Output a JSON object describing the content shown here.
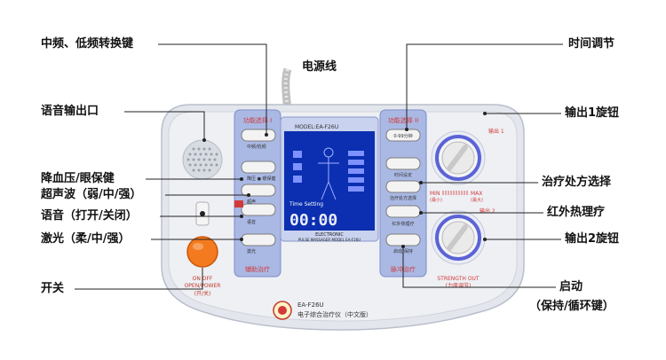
{
  "callouts_left": [
    {
      "id": "freq-switch",
      "label": "中频、低频转换键"
    },
    {
      "id": "voice-output",
      "label": "语音输出口"
    },
    {
      "id": "bp-eye",
      "label": "降血压/眼保健"
    },
    {
      "id": "ultrasound",
      "label": "超声波（弱/中/强）"
    },
    {
      "id": "voice",
      "label": "语音（打开/关闭）"
    },
    {
      "id": "laser",
      "label": "激光（柔/中/强）"
    },
    {
      "id": "power",
      "label": "开关"
    }
  ],
  "callouts_right": [
    {
      "id": "time",
      "label": "时间调节"
    },
    {
      "id": "out1",
      "label": "输出1旋钮"
    },
    {
      "id": "prescription",
      "label": "治疗处方选择"
    },
    {
      "id": "infrared",
      "label": "红外热理疗"
    },
    {
      "id": "out2",
      "label": "输出2旋钮"
    },
    {
      "id": "start",
      "label": "启动"
    },
    {
      "id": "start-sub",
      "label": "（保持/循环键）"
    }
  ],
  "power_cord_label": "电源线",
  "device": {
    "panel_left_title": "功能选择 I",
    "panel_right_title": "功能选择 II",
    "panel_left_bottom": "辅助治疗",
    "panel_right_bottom": "脉冲治疗",
    "model_top": "MODEL:EA-F26U",
    "time_setting": "Time Setting",
    "lcd_digits": "00:00",
    "brand_line1": "ELECTRONIC",
    "brand_line2": "PULSE MASSAGER  MODEL EA-F26U",
    "switch_label": "ON OFF",
    "switch_label2": "OPEN/POWER",
    "switch_label3": "(开/关)",
    "model_bottom": "EA-F26U",
    "name_bottom": "电子综合治疗仪（中文版）",
    "knob1_label": "输出 1",
    "knob2_label": "输出 2",
    "strength_label": "STRENGTH OUT",
    "strength_cn": "(力度调节)",
    "min_label": "MIN",
    "max_label": "MAX",
    "min_cn": "(最小)",
    "max_cn": "(最大)",
    "btn_left": [
      "中频/低频",
      "降压/眼保健",
      "超声波",
      "语音",
      "激光"
    ],
    "btn_right": [
      "0-99分钟",
      "时间设定",
      "治疗处方选择",
      "红外热理疗",
      "启动/保持"
    ]
  },
  "colors": {
    "device_body": "#dfe3ea",
    "panel_blue": "#aab8e4",
    "panel_title_red": "#d23a3a",
    "lcd": "#0b2fb0",
    "knob_ring": "#5b63d6",
    "power_button": "#f47a1f"
  }
}
